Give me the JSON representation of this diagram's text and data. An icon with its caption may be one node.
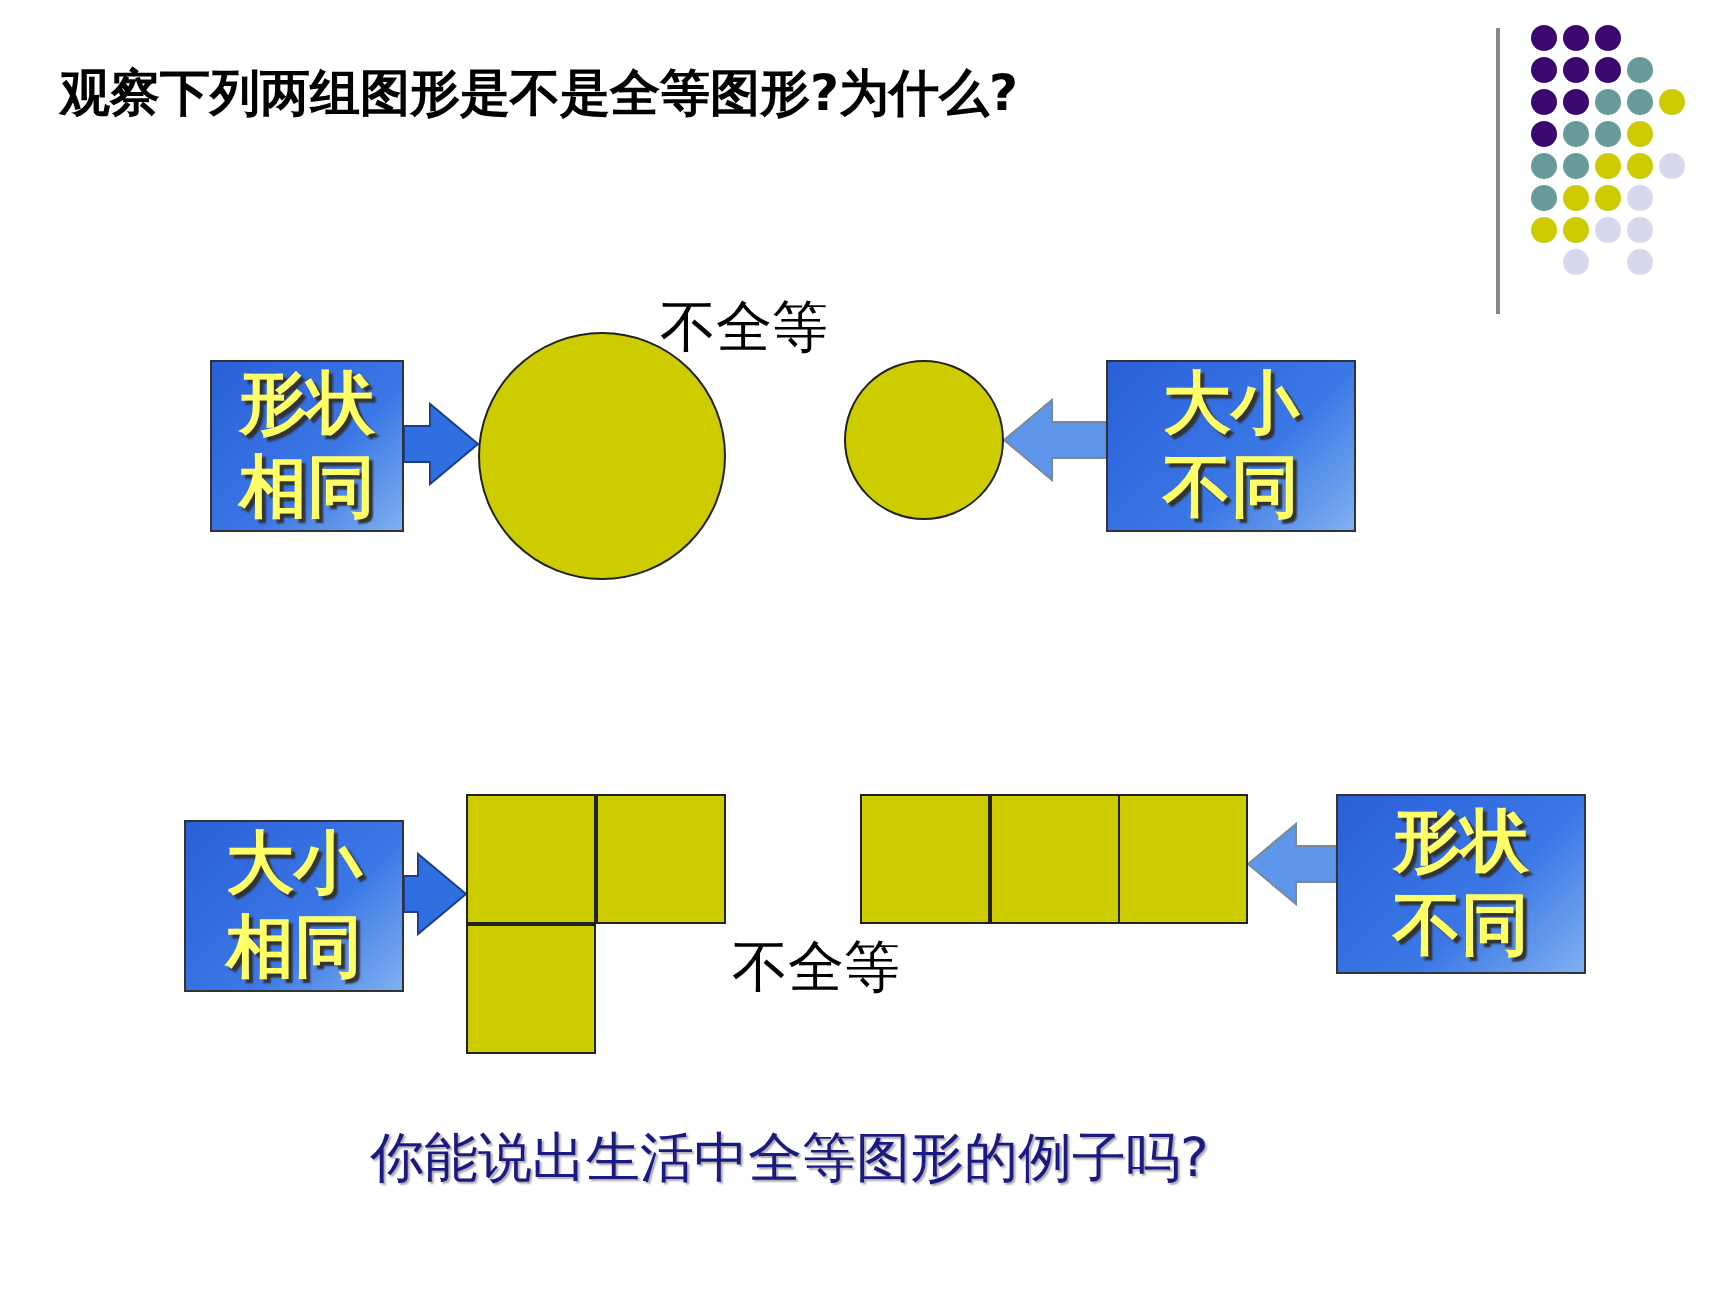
{
  "diagram": {
    "title": "观察下列两组图形是不是全等图形?为什么?",
    "nodes": [
      {
        "text": [
          "形状相同"
        ]
      },
      {
        "text": [],
        "shape": "circle"
      },
      {
        "text": [],
        "shape": "circle"
      },
      {
        "text": [
          "大小不同"
        ]
      },
      {
        "text": [
          "大小相同"
        ]
      },
      {
        "text": [],
        "shape": "box"
      },
      {
        "text": [],
        "shape": "box"
      },
      {
        "text": [],
        "shape": "box"
      },
      {
        "text": [],
        "shape": "box"
      },
      {
        "text": [],
        "shape": "box"
      },
      {
        "text": [],
        "shape": "box"
      },
      {
        "text": [
          "形状不同"
        ]
      }
    ],
    "edges": [
      {
        "from": 0,
        "to": 1,
        "arrow": "to"
      },
      {
        "from": 3,
        "to": 2,
        "arrow": "to"
      },
      {
        "from": 4,
        "to": 5,
        "arrow": "to"
      },
      {
        "from": 11,
        "to": 10,
        "arrow": "to"
      }
    ],
    "labels": [
      "不全等",
      "不全等",
      "你能说出生活中全等图形的例子吗?"
    ]
  }
}
